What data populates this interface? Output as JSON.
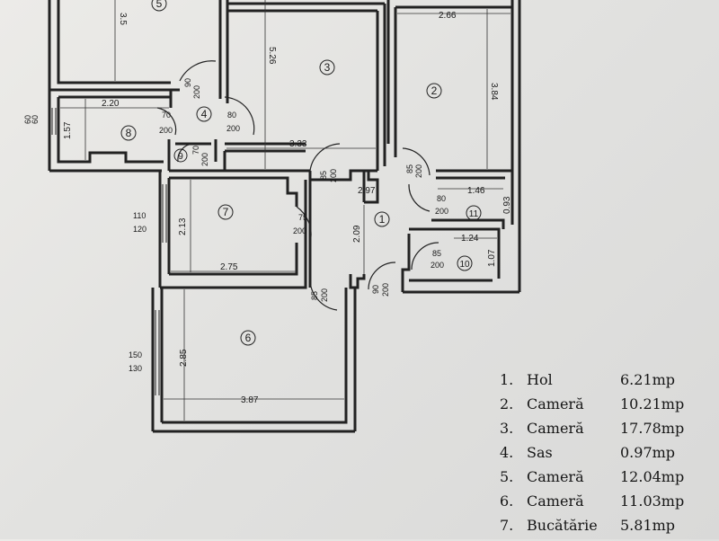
{
  "rooms": [
    {
      "num": "1",
      "label": "Hol",
      "area": "6.21mp"
    },
    {
      "num": "2",
      "label": "Cameră",
      "area": "10.21mp"
    },
    {
      "num": "3",
      "label": "Cameră",
      "area": "17.78mp"
    },
    {
      "num": "4",
      "label": "Sas",
      "area": "0.97mp"
    },
    {
      "num": "5",
      "label": "Cameră",
      "area": "12.04mp"
    },
    {
      "num": "6",
      "label": "Cameră",
      "area": "11.03mp"
    },
    {
      "num": "7",
      "label": "Bucătărie",
      "area": "5.81mp"
    }
  ],
  "legend_index": [
    "1.",
    "2.",
    "3.",
    "4.",
    "5.",
    "6.",
    "7."
  ],
  "room_markers": [
    "1",
    "2",
    "3",
    "4",
    "5",
    "6",
    "7",
    "8",
    "9",
    "10",
    "11"
  ],
  "dimensions": {
    "r5_h": "3.5",
    "r3_h": "5.26",
    "r2_w": "2.66",
    "r2_h": "3.84",
    "r8_w": "2.20",
    "r8_h": "1.57",
    "hall_w": "3.33",
    "hall2_w": "2.97",
    "r7_h": "2.13",
    "r7_w": "2.75",
    "r1_h": "2.09",
    "r11_w": "1.46",
    "r11_h": "0.93",
    "r10_w": "1.24",
    "r10_h": "1.07",
    "r6_h": "2.85",
    "r6_w": "3.87"
  },
  "openings": {
    "d_r4_a": "90",
    "d_r4_b": "200",
    "d_r8_a": "70",
    "d_r8_b": "200",
    "d_r4b_a": "80",
    "d_r4b_b": "200",
    "d_r9_a": "70",
    "d_r9_b": "200",
    "d_hall_a": "85",
    "d_hall_b": "200",
    "d_r2_a": "85",
    "d_r2_b": "200",
    "d_r11_a": "80",
    "d_r11_b": "200",
    "d_r7_a": "75",
    "d_r7_b": "200",
    "d_r10_a": "85",
    "d_r10_b": "200",
    "d_r6_a": "85",
    "d_r6_b": "200",
    "d_r1_a": "90",
    "d_r1_b": "200",
    "w_r8_a": "60",
    "w_r8_b": "60",
    "w_r7_a": "110",
    "w_r7_b": "120",
    "w_r6_a": "150",
    "w_r6_b": "130"
  }
}
